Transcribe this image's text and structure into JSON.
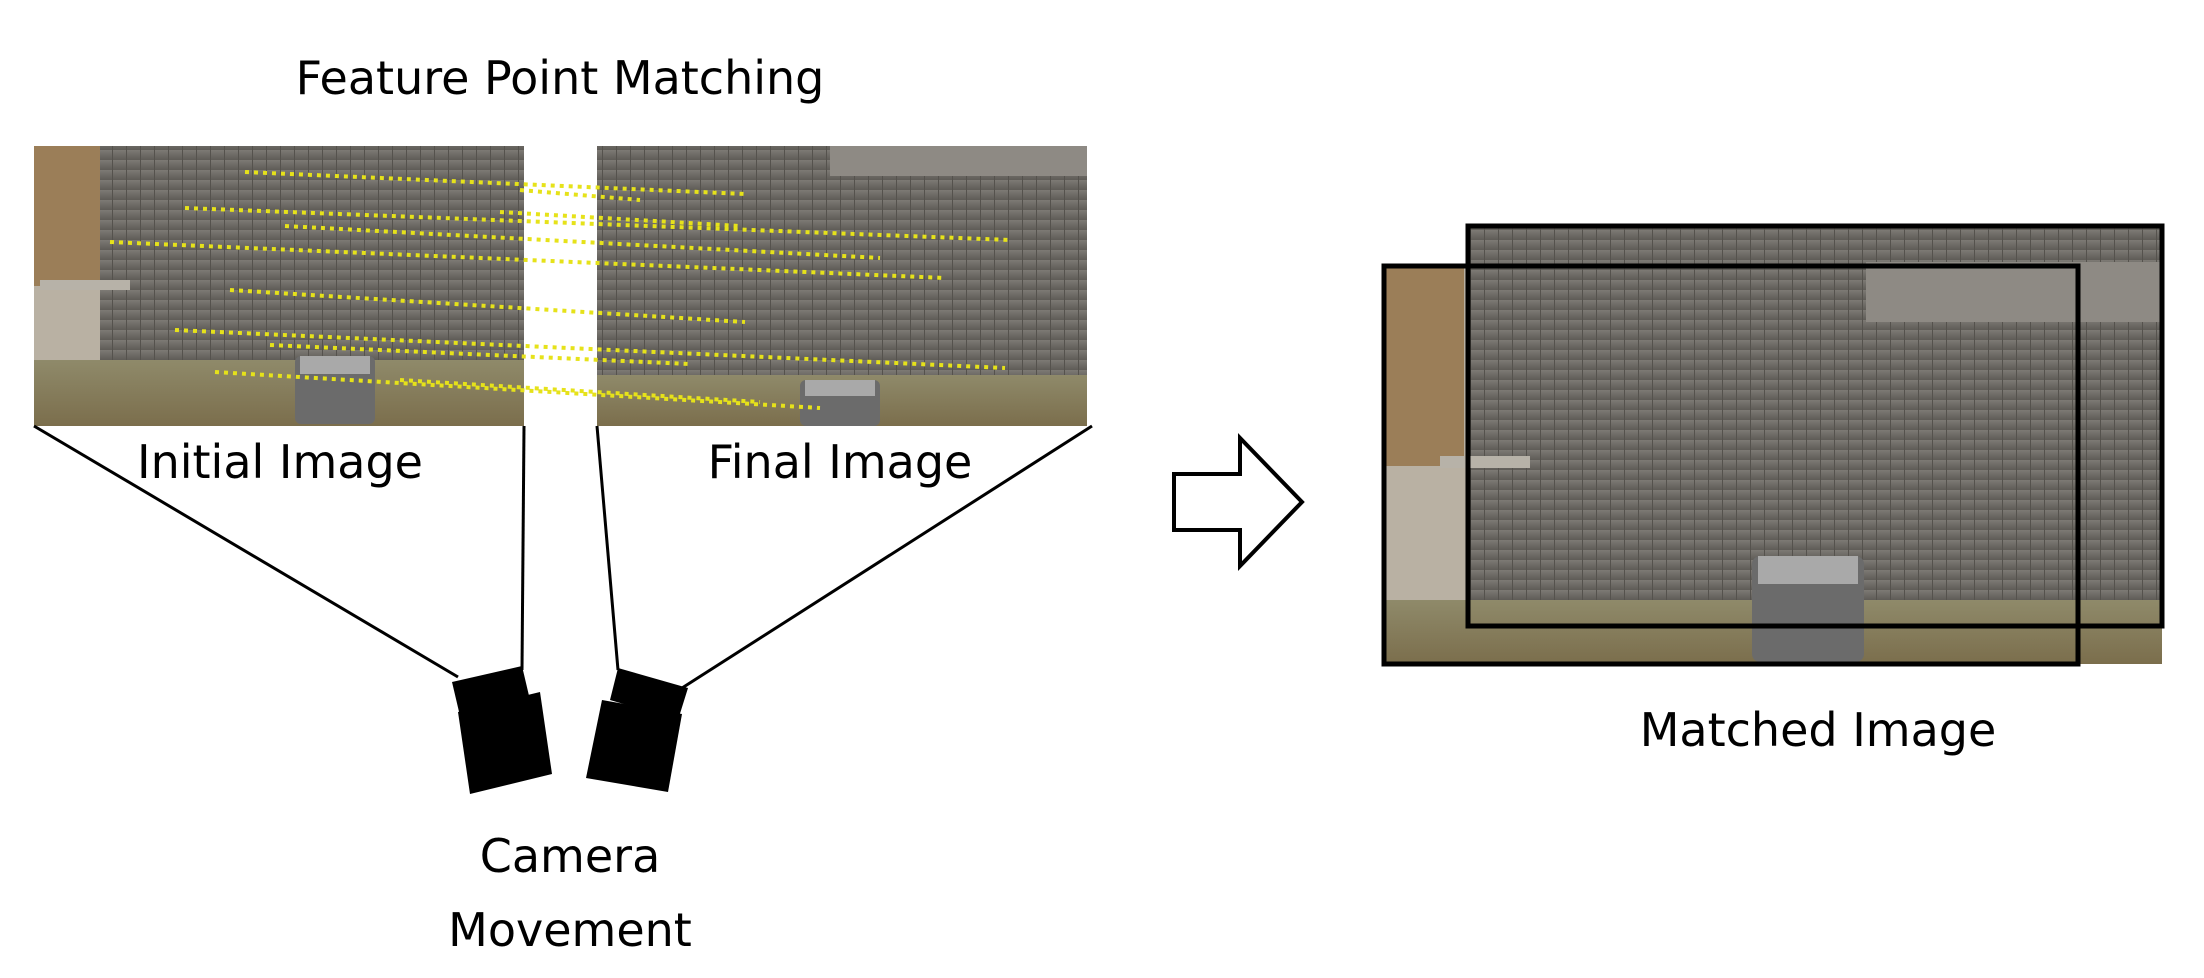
{
  "title": "Feature Point Matching",
  "labels": {
    "initial_image": "Initial Image",
    "final_image": "Final Image",
    "matched_image": "Matched Image",
    "camera_line1": "Camera",
    "camera_line2": "Movement"
  },
  "colors": {
    "match_lines": "#e6e21a",
    "outline": "#000000",
    "wall": "#6f6c66",
    "ground": "#8a7a55",
    "sky": "#cfc8bd"
  }
}
